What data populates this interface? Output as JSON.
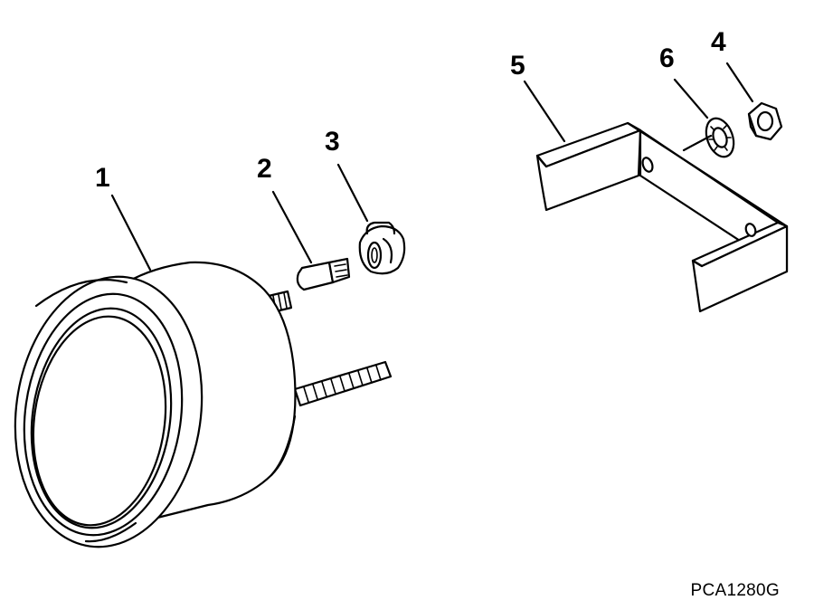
{
  "callouts": [
    {
      "id": "1",
      "text": "1"
    },
    {
      "id": "2",
      "text": "2"
    },
    {
      "id": "3",
      "text": "3"
    },
    {
      "id": "4",
      "text": "4"
    },
    {
      "id": "5",
      "text": "5"
    },
    {
      "id": "6",
      "text": "6"
    }
  ],
  "figure_code": "PCA1280G"
}
